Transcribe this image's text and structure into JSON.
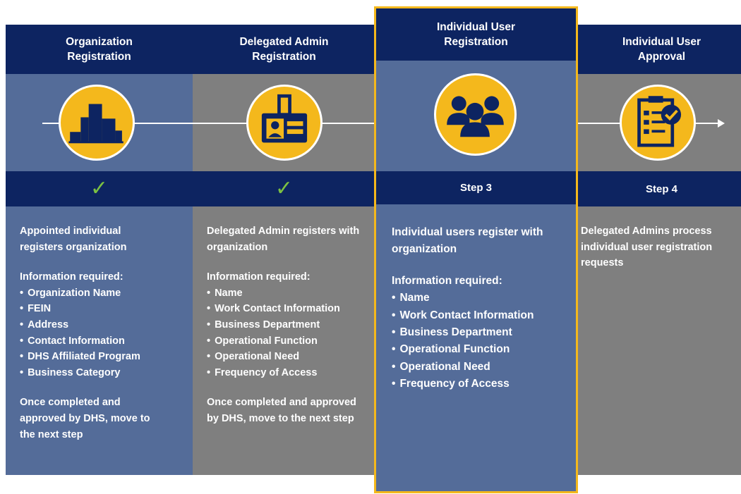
{
  "colors": {
    "header_navy": "#0d2461",
    "blue_panel": "#546c99",
    "gray_panel": "#7f7f7f",
    "accent_gold": "#f4b81c",
    "check_green": "#7cc142",
    "highlight_border": "#f4b81c"
  },
  "steps": [
    {
      "title": "Organization\nRegistration",
      "icon": "building-icon",
      "status": "check",
      "summary": "Appointed individual registers organization",
      "info_label": "Information required:",
      "items": [
        "Organization Name",
        "FEIN",
        "Address",
        "Contact Information",
        "DHS Affiliated Program",
        "Business Category"
      ],
      "footer": "Once completed and approved by DHS, move to the next step"
    },
    {
      "title": "Delegated Admin\nRegistration",
      "icon": "id-badge-icon",
      "status": "check",
      "summary": "Delegated Admin registers with organization",
      "info_label": "Information required:",
      "items": [
        "Name",
        "Work Contact Information",
        "Business Department",
        "Operational Function",
        "Operational Need",
        "Frequency of Access"
      ],
      "footer": "Once completed and approved by DHS, move to the next step"
    },
    {
      "title": "Individual User\nRegistration",
      "icon": "users-group-icon",
      "status": "Step 3",
      "summary": "Individual users register with organization",
      "info_label": "Information required:",
      "items": [
        "Name",
        "Work Contact Information",
        "Business Department",
        "Operational Function",
        "Operational Need",
        "Frequency of Access"
      ],
      "footer": ""
    },
    {
      "title": "Individual User\nApproval",
      "icon": "checklist-icon",
      "status": "Step 4",
      "summary": "Delegated Admins process individual user registration requests",
      "info_label": "",
      "items": [],
      "footer": ""
    }
  ]
}
